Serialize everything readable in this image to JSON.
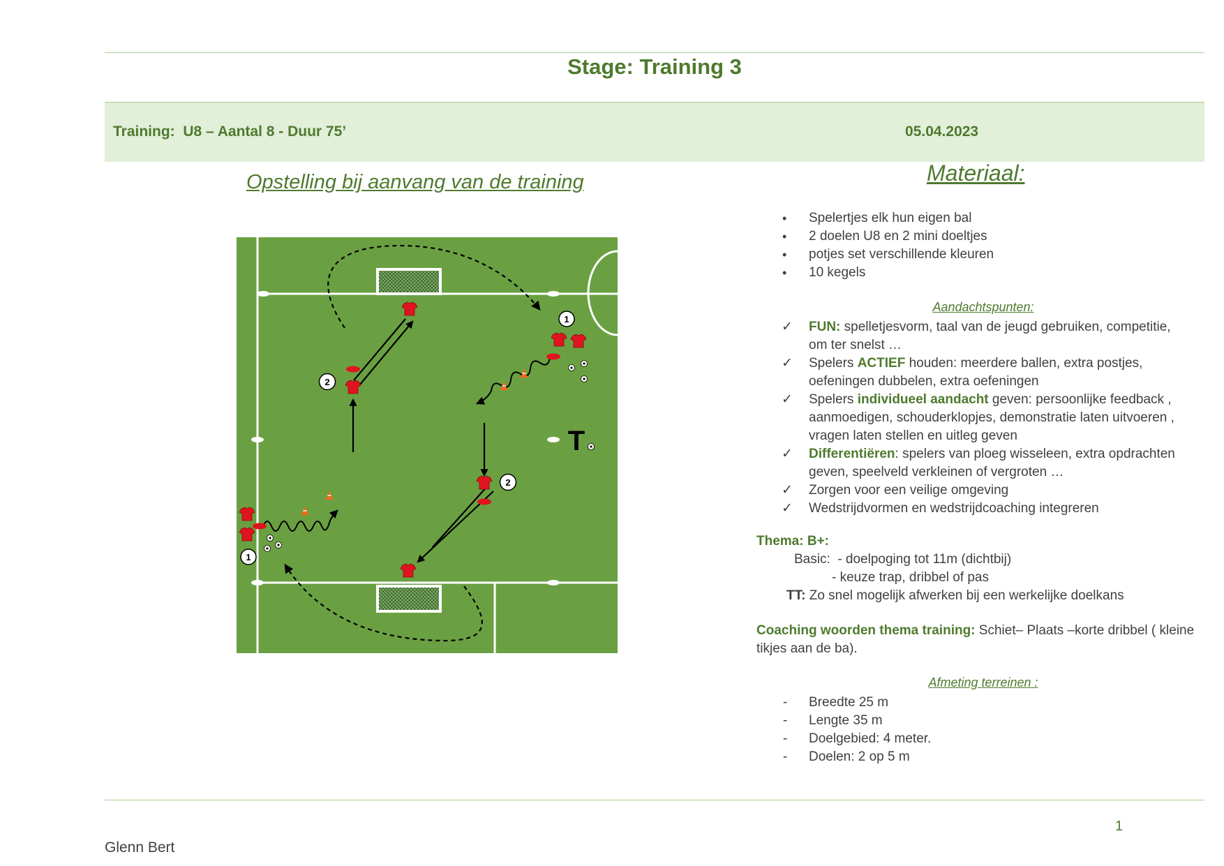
{
  "header": {
    "title": "Stage: Training 3",
    "training_info": "Training:  U8 – Aantal 8 - Duur 75’",
    "date": "05.04.2023"
  },
  "left": {
    "heading": "Opstelling bij aanvang van de training",
    "diagram": {
      "player_labels": [
        "1",
        "2",
        "2",
        "1"
      ],
      "trainer_label": "T"
    }
  },
  "right": {
    "materiaal_heading": "Materiaal:",
    "materials": [
      "Spelertjes elk hun eigen bal",
      "2 doelen U8 en 2 mini doeltjes",
      "potjes set verschillende kleuren",
      "10 kegels"
    ],
    "aandacht_heading": "Aandachtspunten:",
    "aandacht": [
      {
        "bold": "FUN:",
        "prefix": "",
        "text": " spelletjesvorm, taal van de jeugd gebruiken, competitie, om ter snelst …"
      },
      {
        "prefix": "Spelers ",
        "bold": "ACTIEF",
        "text": " houden: meerdere ballen, extra postjes, oefeningen dubbelen, extra oefeningen"
      },
      {
        "prefix": "Spelers ",
        "bold": "individueel aandacht",
        "text": " geven: persoonlijke feedback , aanmoedigen, schouderklopjes, demonstratie laten uitvoeren , vragen laten stellen en uitleg geven"
      },
      {
        "prefix": "",
        "bold": "Differentiëren",
        "text": ":  spelers van ploeg wisseleen, extra opdrachten geven, speelveld verkleinen of vergroten …"
      },
      {
        "prefix": "",
        "bold": "",
        "text": "Zorgen voor een veilige omgeving"
      },
      {
        "prefix": "",
        "bold": "",
        "text": "Wedstrijdvormen en wedstrijdcoaching integreren"
      }
    ],
    "thema": {
      "label": "Thema: B+:",
      "basic_label": "Basic:",
      "basic_1": "- doelpoging tot 11m (dichtbij)",
      "basic_2": "- keuze trap, dribbel of pas",
      "tt_label": "TT:",
      "tt_text": " Zo snel mogelijk afwerken bij een werkelijke doelkans"
    },
    "coaching": {
      "label": "Coaching woorden thema training:",
      "text": " Schiet– Plaats –korte dribbel ( kleine tikjes aan de ba)."
    },
    "afmeting_heading": "Afmeting terreinen :",
    "afmeting": [
      "Breedte 25 m",
      "Lengte 35 m",
      "Doelgebied:  4 meter.",
      "Doelen: 2 op 5 m"
    ]
  },
  "footer": {
    "page_number": "1",
    "author": "Glenn Bert"
  },
  "colors": {
    "accent_green": "#4e7a2e",
    "band_green": "#e2efd9",
    "pitch_green": "#6aa042",
    "shirt_red": "#e0141e"
  }
}
